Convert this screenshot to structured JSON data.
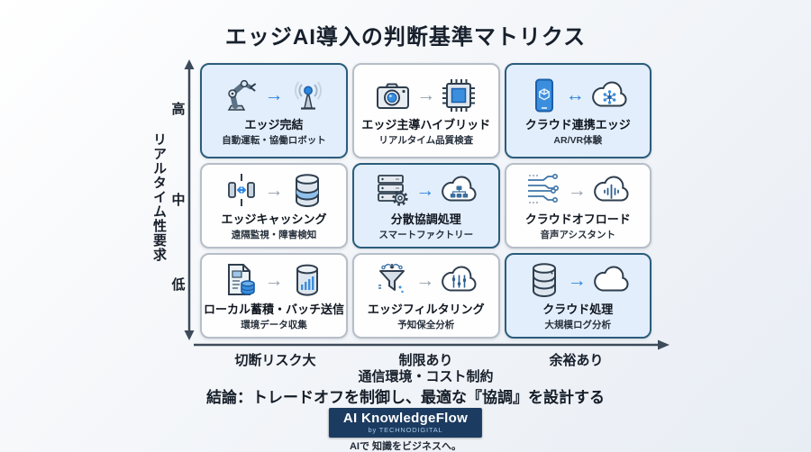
{
  "title": "エッジAI導入の判断基準マトリクス",
  "y_axis": {
    "title": "リアルタイム性要求",
    "ticks": [
      "高",
      "中",
      "低"
    ]
  },
  "x_axis": {
    "title": "通信環境・コスト制約",
    "ticks": [
      "切断リスク大",
      "制限あり",
      "余裕あり"
    ]
  },
  "matrix": {
    "cells": [
      {
        "name": "エッジ完結",
        "use_case": "自動運転・協働ロボット",
        "arrow": "→",
        "icons": [
          "robot-arm-icon",
          "antenna-icon"
        ]
      },
      {
        "name": "エッジ主導ハイブリッド",
        "use_case": "リアルタイム品質検査",
        "arrow": "→",
        "icons": [
          "camera-icon",
          "chip-icon"
        ]
      },
      {
        "name": "クラウド連携エッジ",
        "use_case": "AR/VR体験",
        "arrow": "↔",
        "icons": [
          "smartphone-icon",
          "cloud-network-icon"
        ]
      },
      {
        "name": "エッジキャッシング",
        "use_case": "遠隔監視・障害検知",
        "arrow": "→",
        "icons": [
          "cache-sync-icon",
          "database-icon"
        ]
      },
      {
        "name": "分散協調処理",
        "use_case": "スマートファクトリー",
        "arrow": "→",
        "icons": [
          "server-gear-icon",
          "cloud-hierarchy-icon"
        ]
      },
      {
        "name": "クラウドオフロード",
        "use_case": "音声アシスタント",
        "arrow": "→",
        "icons": [
          "circuit-icon",
          "cloud-audio-icon"
        ]
      },
      {
        "name": "ローカル蓄積・バッチ送信",
        "use_case": "環境データ収集",
        "arrow": "→",
        "icons": [
          "document-database-icon",
          "database-chart-icon"
        ]
      },
      {
        "name": "エッジフィルタリング",
        "use_case": "予知保全分析",
        "arrow": "→",
        "icons": [
          "funnel-icon",
          "cloud-sliders-icon"
        ]
      },
      {
        "name": "クラウド処理",
        "use_case": "大規模ログ分析",
        "arrow": "→",
        "icons": [
          "database-icon",
          "cloud-icon"
        ]
      }
    ]
  },
  "conclusion": "結論：トレードオフを制御し、最適な『協調』を設計する",
  "footer": {
    "brand": "AI KnowledgeFlow",
    "brand_sub": "by TECHNODIGITAL",
    "tagline": "AIで 知識をビジネスへ。"
  },
  "colors": {
    "accent_blue": "#2e86de",
    "highlight_bg": "#e2eefb",
    "highlight_border": "#2a5d7c",
    "cell_border": "#b6bec8",
    "navy": "#1c3b60"
  }
}
